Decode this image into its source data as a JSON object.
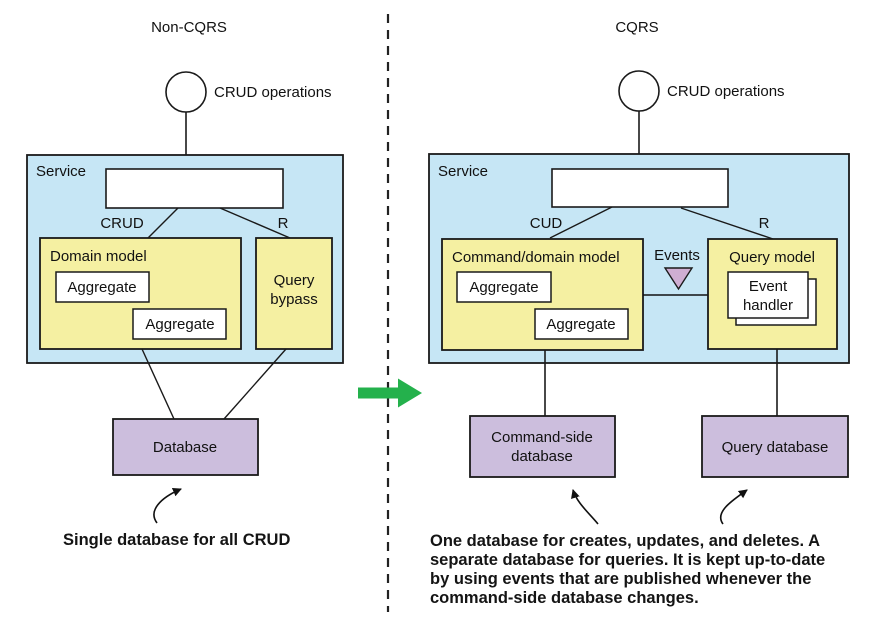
{
  "left": {
    "title": "Non-CQRS",
    "crud_operations_label": "CRUD operations",
    "service_label": "Service",
    "crud_label": "CRUD",
    "r_label": "R",
    "domain_model_label": "Domain model",
    "aggregate1_label": "Aggregate",
    "aggregate2_label": "Aggregate",
    "query_bypass_line1": "Query",
    "query_bypass_line2": "bypass",
    "database_label": "Database",
    "caption": "Single database for all CRUD"
  },
  "right": {
    "title": "CQRS",
    "crud_operations_label": "CRUD operations",
    "service_label": "Service",
    "cud_label": "CUD",
    "r_label": "R",
    "command_model_label": "Command/domain model",
    "aggregate1_label": "Aggregate",
    "aggregate2_label": "Aggregate",
    "events_label": "Events",
    "query_model_label": "Query model",
    "event_handler_line1": "Event",
    "event_handler_line2": "handler",
    "command_db_line1": "Command-side",
    "command_db_line2": "database",
    "query_db_label": "Query database",
    "caption_lines": [
      "One database for creates, updates, and deletes. A",
      "separate database for queries. It is kept up-to-date",
      "by using events that are published whenever the",
      "command-side database changes."
    ]
  },
  "colors": {
    "service_fill": "#c6e6f5",
    "model_fill": "#f5f0a2",
    "database_fill": "#ccbedd",
    "events_triangle_fill": "#cfaed3",
    "transition_arrow": "#24b14c",
    "outline": "#1a1a1a"
  }
}
